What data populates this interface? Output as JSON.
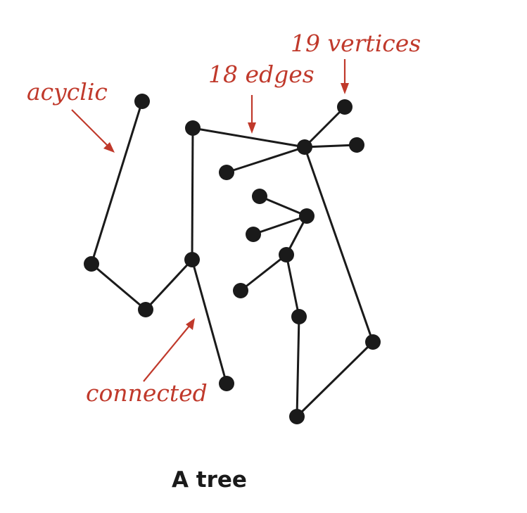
{
  "annotations": {
    "acyclic": "acyclic",
    "edges": "18 edges",
    "vertices": "19 vertices",
    "connected": "connected"
  },
  "caption": "A tree",
  "colors": {
    "edge": "#1a1a1a",
    "vertex": "#1a1a1a",
    "annotation": "#c0392b"
  }
}
